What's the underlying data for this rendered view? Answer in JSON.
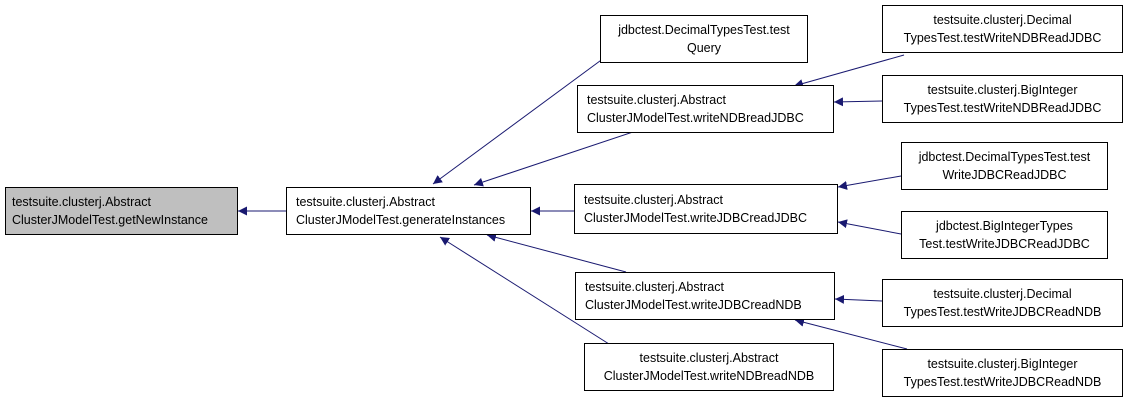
{
  "colors": {
    "edge": "#191970",
    "node_border": "#000000",
    "focus_fill": "#bfbfbf",
    "node_fill": "#ffffff"
  },
  "nodes": {
    "getNewInstance": {
      "line1": "testsuite.clusterj.Abstract",
      "line2": "ClusterJModelTest.getNewInstance"
    },
    "generateInstances": {
      "line1": "testsuite.clusterj.Abstract",
      "line2": "ClusterJModelTest.generateInstances"
    },
    "decimalTestQuery": {
      "line1": "jdbctest.DecimalTypesTest.test",
      "line2": "Query"
    },
    "writeNDBreadJDBC": {
      "line1": "testsuite.clusterj.Abstract",
      "line2": "ClusterJModelTest.writeNDBreadJDBC"
    },
    "writeJDBCreadJDBC": {
      "line1": "testsuite.clusterj.Abstract",
      "line2": "ClusterJModelTest.writeJDBCreadJDBC"
    },
    "writeJDBCreadNDB": {
      "line1": "testsuite.clusterj.Abstract",
      "line2": "ClusterJModelTest.writeJDBCreadNDB"
    },
    "writeNDBreadNDB": {
      "line1": "testsuite.clusterj.Abstract",
      "line2": "ClusterJModelTest.writeNDBreadNDB"
    },
    "decimalWriteNDBReadJDBC": {
      "line1": "testsuite.clusterj.Decimal",
      "line2": "TypesTest.testWriteNDBReadJDBC"
    },
    "bigintWriteNDBReadJDBC": {
      "line1": "testsuite.clusterj.BigInteger",
      "line2": "TypesTest.testWriteNDBReadJDBC"
    },
    "jdbcDecimalWriteJDBCReadJDBC": {
      "line1": "jdbctest.DecimalTypesTest.test",
      "line2": "WriteJDBCReadJDBC"
    },
    "jdbcBigintWriteJDBCReadJDBC": {
      "line1": "jdbctest.BigIntegerTypes",
      "line2": "Test.testWriteJDBCReadJDBC"
    },
    "decimalWriteJDBCReadNDB": {
      "line1": "testsuite.clusterj.Decimal",
      "line2": "TypesTest.testWriteJDBCReadNDB"
    },
    "bigintWriteJDBCReadNDB": {
      "line1": "testsuite.clusterj.BigInteger",
      "line2": "TypesTest.testWriteJDBCReadNDB"
    }
  }
}
